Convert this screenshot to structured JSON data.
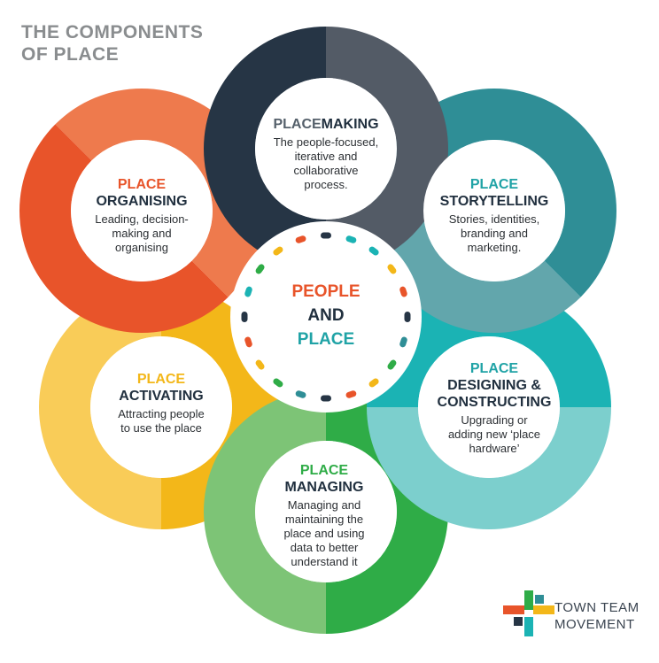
{
  "title": {
    "line1": "THE COMPONENTS",
    "line2": "OF PLACE"
  },
  "center": {
    "word1": "PEOPLE",
    "word2": "AND",
    "word3": "PLACE"
  },
  "components": {
    "placemaking": {
      "prefix": "PLACE",
      "suffix": "MAKING",
      "desc": [
        "The people-focused,",
        "iterative and",
        "collaborative",
        "process."
      ]
    },
    "storytelling": {
      "line1": "PLACE",
      "line2": "STORYTELLING",
      "desc": [
        "Stories, identities,",
        "branding and",
        "marketing."
      ]
    },
    "designing": {
      "line1": "PLACE",
      "line2a": "DESIGNING &",
      "line2b": "CONSTRUCTING",
      "desc": [
        "Upgrading or",
        "adding new ‘place",
        "hardware’"
      ]
    },
    "managing": {
      "line1": "PLACE",
      "line2": "MANAGING",
      "desc": [
        "Managing and",
        "maintaining the",
        "place and using",
        "data to better",
        "understand it"
      ]
    },
    "activating": {
      "line1": "PLACE",
      "line2": "ACTIVATING",
      "desc": [
        "Attracting people",
        "to use the place"
      ]
    },
    "organising": {
      "line1": "PLACE",
      "line2": "ORGANISING",
      "desc": [
        "Leading, decision-",
        "making and",
        "organising"
      ]
    }
  },
  "logo": {
    "line1": "TOWN TEAM",
    "line2": "MOVEMENT"
  },
  "colors": {
    "placemaking": [
      "#263545",
      "#535b66"
    ],
    "storytelling": [
      "#2f8e96",
      "#62a6ac"
    ],
    "designing": [
      "#1bb3b4",
      "#7ccfcd"
    ],
    "managing": [
      "#2fac47",
      "#7dc476"
    ],
    "activating": [
      "#f3b719",
      "#f9cc58"
    ],
    "organising": [
      "#e8542a",
      "#ee7a4d"
    ],
    "title": "#8a8d8f",
    "people": "#e8542a",
    "and": "#21303f",
    "place": "#20a3a6"
  }
}
